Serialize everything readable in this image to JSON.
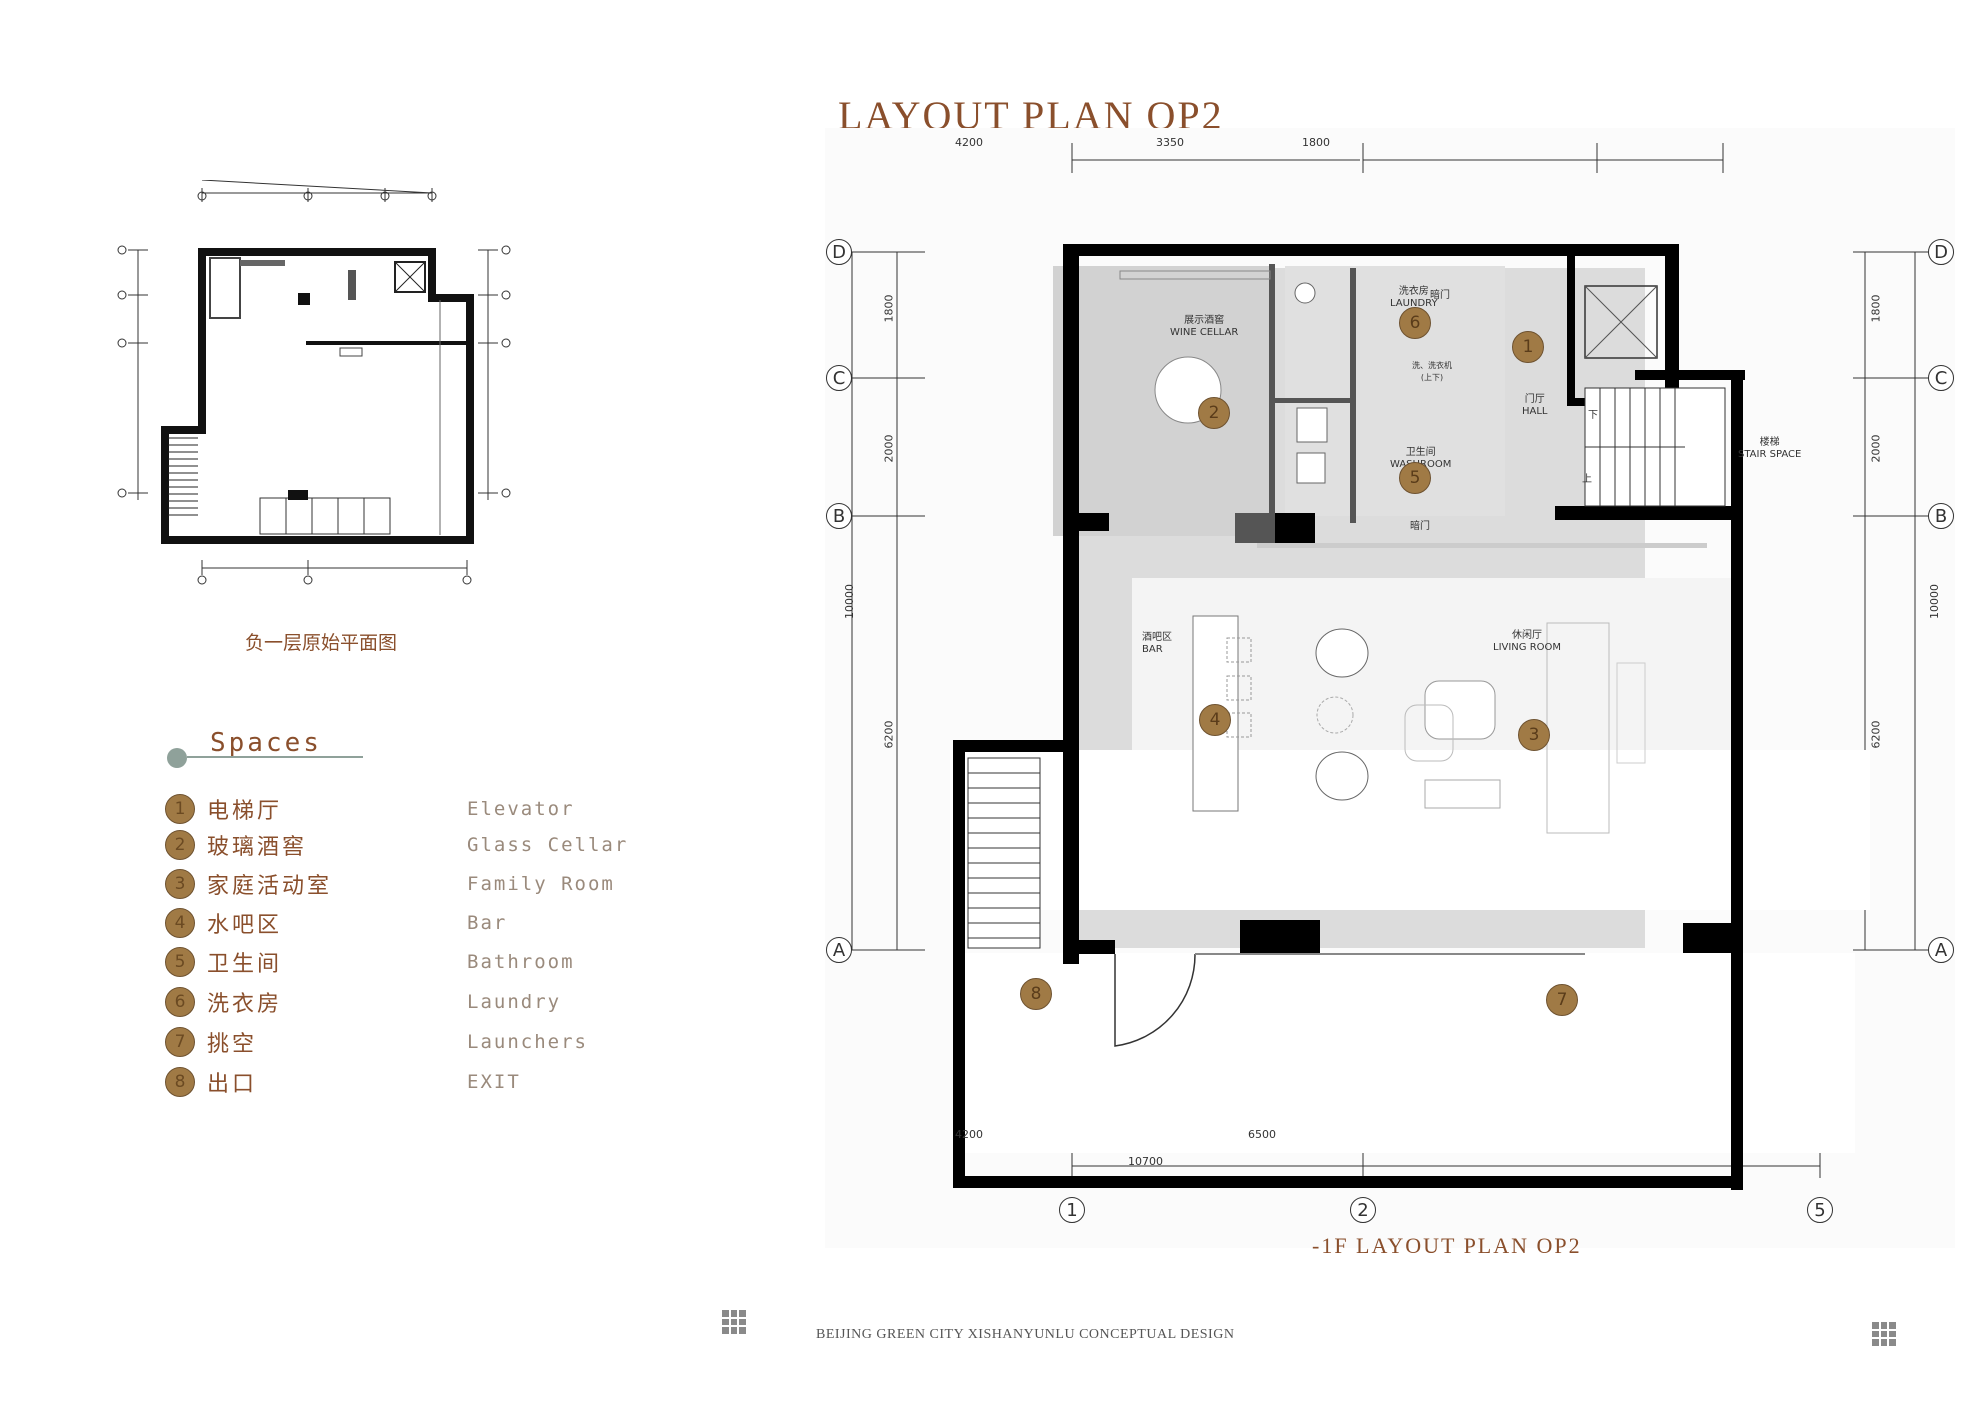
{
  "header": {
    "title": "LAYOUT PLAN OP2"
  },
  "original_plan": {
    "caption": "负一层原始平面图"
  },
  "legend": {
    "title": "Spaces",
    "items": [
      {
        "num": "1",
        "zh": "电梯厅",
        "en": "Elevator"
      },
      {
        "num": "2",
        "zh": "玻璃酒窖",
        "en": "Glass Cellar"
      },
      {
        "num": "3",
        "zh": "家庭活动室",
        "en": "Family Room"
      },
      {
        "num": "4",
        "zh": "水吧区",
        "en": "Bar"
      },
      {
        "num": "5",
        "zh": "卫生间",
        "en": "Bathroom"
      },
      {
        "num": "6",
        "zh": "洗衣房",
        "en": "Laundry"
      },
      {
        "num": "7",
        "zh": "挑空",
        "en": "Launchers"
      },
      {
        "num": "8",
        "zh": "出口",
        "en": "EXIT"
      }
    ]
  },
  "plan": {
    "subtitle": "-1F LAYOUT PLAN  OP2",
    "top_dims": [
      "4200",
      "3350",
      "1800"
    ],
    "bottom_dims": [
      "4200",
      "6500",
      "10700"
    ],
    "left_dims": [
      "1800",
      "2000",
      "10000",
      "6200"
    ],
    "right_dims": [
      "1800",
      "2000",
      "10000",
      "6200"
    ],
    "row_axes": [
      "D",
      "C",
      "B",
      "A"
    ],
    "col_axes": [
      "1",
      "2",
      "5"
    ],
    "rooms": {
      "wine_cellar": "展示酒窖\nWINE CELLAR",
      "laundry": "洗衣房\nLAUNDRY",
      "hidden_door_1": "暗门",
      "hidden_door_2": "暗门",
      "washer": "洗、洗衣机\n(上下)",
      "bathroom": "卫生间\nWASHROOM",
      "hall": "门厅\nHALL",
      "stair": "楼梯\nSTAIR SPACE",
      "down": "下",
      "up": "上",
      "bar": "酒吧区\nBAR",
      "living": "休闲厅\nLIVING ROOM"
    }
  },
  "footer": {
    "text": "BEIJING GREEN CITY XISHANYUNLU CONCEPTUAL DESIGN"
  },
  "colors": {
    "accent": "#8a4f2c",
    "badge": "#a07a45",
    "wall": "#000000",
    "floor_gray": "#dedede",
    "light_gray": "#ececec"
  }
}
